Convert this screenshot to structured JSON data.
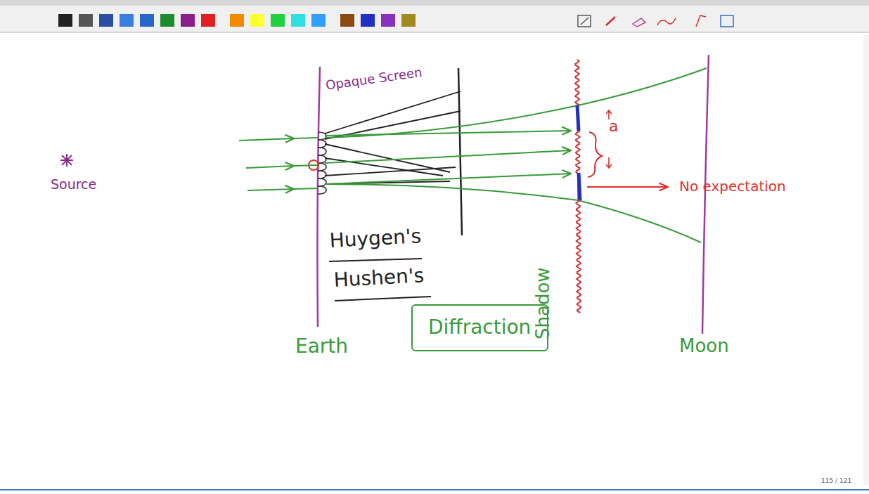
{
  "diagram": {
    "nodes": [
      {
        "text": [
          "Diffraction"
        ]
      }
    ],
    "labels": [
      "Source",
      "Opaque Screen",
      "Huygen's",
      "Hushen's",
      "a",
      "No expectation",
      "Shadow",
      "Earth",
      "Moon",
      "115 / 121"
    ]
  }
}
